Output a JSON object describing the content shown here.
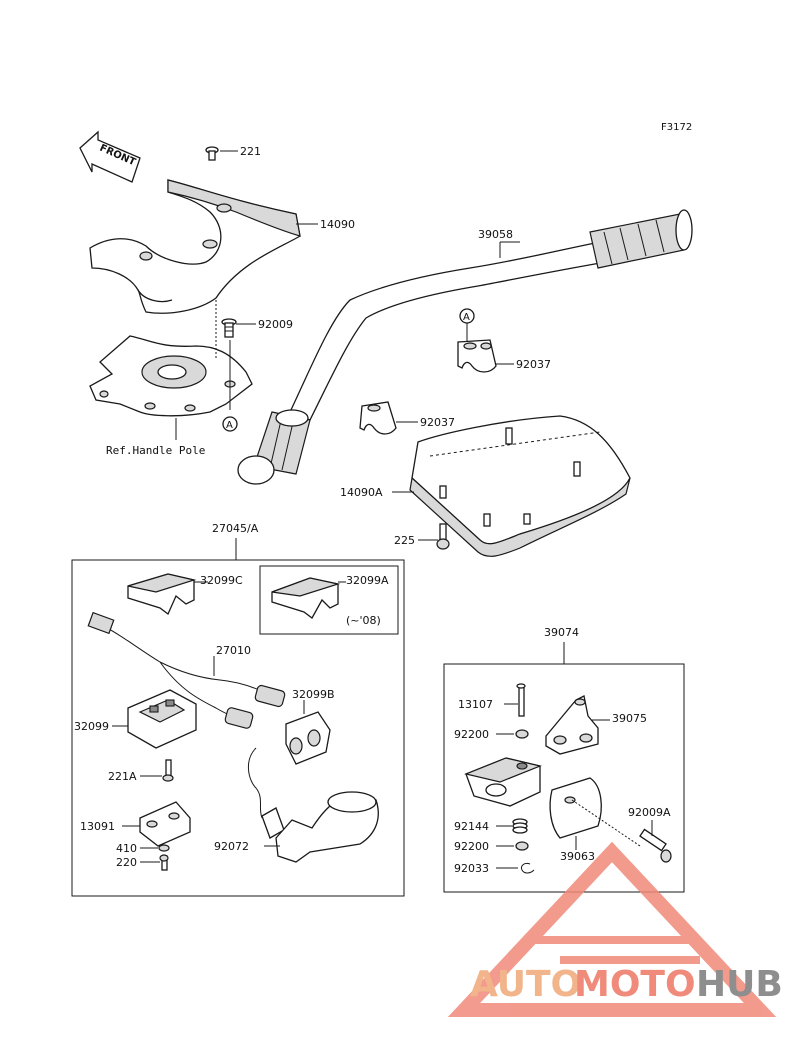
{
  "figure_code": "F3172",
  "front_marker": "FRONT",
  "ref_note": "Ref.Handle Pole",
  "callout_a": "A",
  "parts": {
    "p221": "221",
    "p14090": "14090",
    "p39058": "39058",
    "p92009": "92009",
    "p92037_upper": "92037",
    "p92037_lower": "92037",
    "p14090A": "14090A",
    "p225": "225",
    "p27045A": "27045/A",
    "p32099C": "32099C",
    "p32099A": "32099A",
    "p32099A_note": "(~'08)",
    "p27010": "27010",
    "p32099B": "32099B",
    "p32099": "32099",
    "p221A": "221A",
    "p13091": "13091",
    "p410": "410",
    "p220": "220",
    "p92072": "92072",
    "p39074": "39074",
    "p13107": "13107",
    "p39075": "39075",
    "p92200_upper": "92200",
    "p92009A": "92009A",
    "p92144": "92144",
    "p39063": "39063",
    "p92200_lower": "92200",
    "p92033": "92033"
  },
  "watermark": {
    "auto": "AUTO",
    "moto": "MOTO",
    "hub": "HUB"
  }
}
